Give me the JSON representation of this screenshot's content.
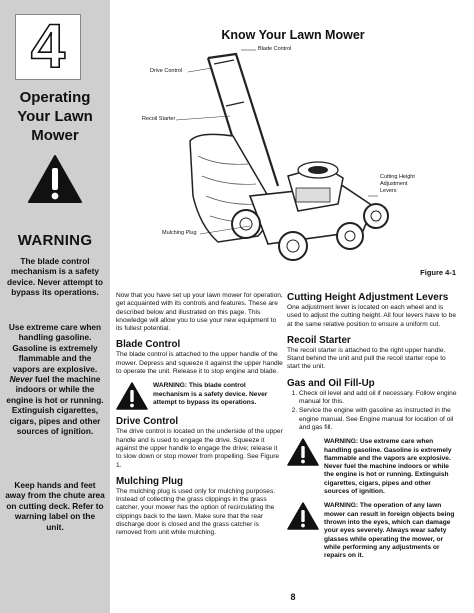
{
  "sidebar": {
    "chapter_number": "4",
    "title": "Operating Your Lawn Mower",
    "warning_heading": "WARNING",
    "paragraph1": "The blade control mechanism is a safety device. Never attempt to bypass its operations.",
    "paragraph2_a": "Use extreme care when handling gasoline. Gasoline is extremely flammable and the vapors are explosive. ",
    "paragraph2_never": "Never",
    "paragraph2_b": " fuel the machine indoors or while the engine is hot or running. Extinguish cigarettes, cigars, pipes and other sources of ignition.",
    "paragraph3": "Keep hands and feet away from the chute area on cutting deck. Refer to warning label on the unit."
  },
  "main": {
    "title": "Know Your Lawn Mower",
    "figure_caption": "Figure 4-1",
    "figure_labels": {
      "blade_control": "Blade Control",
      "drive_control": "Drive Control",
      "recoil_starter": "Recoil Starter",
      "cutting_height": "Cutting Height Adjustment Levers",
      "mulching_plug": "Mulching Plug"
    },
    "intro": "Now that you have set up your lawn mower for operation, get acquainted with its controls and features. These are described below and illustrated on this page. This knowledge will allow you to use your new equipment to its fullest potential.",
    "blade_control": {
      "heading": "Blade Control",
      "text": "The blade control is attached to the upper handle of the mower. Depress and squeeze it against the upper handle to operate the unit. Release it to stop engine and blade.",
      "warning": "WARNING: This blade control mechanism is a safety device. Never attempt to bypass its operations."
    },
    "drive_control": {
      "heading": "Drive Control",
      "text": "The drive control is located on the underside of the upper handle and is used to engage the drive. Squeeze it against the upper handle to engage the drive; release it to slow down or stop mower from propelling. See Figure 1."
    },
    "mulching_plug": {
      "heading": "Mulching Plug",
      "text": "The mulching plug is used only for mulching purposes. Instead of collecting the grass clippings in the grass catcher, your mower has the option of recirculating the clippings back to the lawn. Make sure that the rear discharge door is closed and the grass catcher is removed from unit while mulching."
    },
    "cutting_height": {
      "heading": "Cutting Height Adjustment Levers",
      "text": "One adjustment lever is located on each wheel and is used to adjust the cutting height. All four levers have to be at the same relative position to ensure a uniform cut."
    },
    "recoil_starter": {
      "heading": "Recoil Starter",
      "text": "The recoil starter is attached to the right upper handle. Stand behind the unit and pull the recoil starter rope to start the unit."
    },
    "gas_oil": {
      "heading": "Gas and Oil Fill-Up",
      "steps": [
        "Check oil level and add oil if necessary. Follow engine manual for this.",
        "Service the engine with gasoline as instructed in the engine manual. See Engine manual for location of oil and gas fill."
      ],
      "warning1": "WARNING: Use extreme care when handling gasoline. Gasoline is extremely flammable and the vapors are explosive. Never fuel the machine indoors or while the engine is hot or running. Extinguish cigarettes, cigars, pipes and other sources of ignition.",
      "warning2": "WARNING: The operation of any lawn mower can result in foreign objects being thrown into the eyes, which can damage your eyes severely. Always wear safety glasses while operating the mower, or while performing any adjustments or repairs on it."
    },
    "page_number": "8"
  },
  "colors": {
    "sidebar_bg": "#cfcfcf",
    "text": "#111111"
  },
  "icons": {
    "warning": "warning-triangle-icon"
  }
}
